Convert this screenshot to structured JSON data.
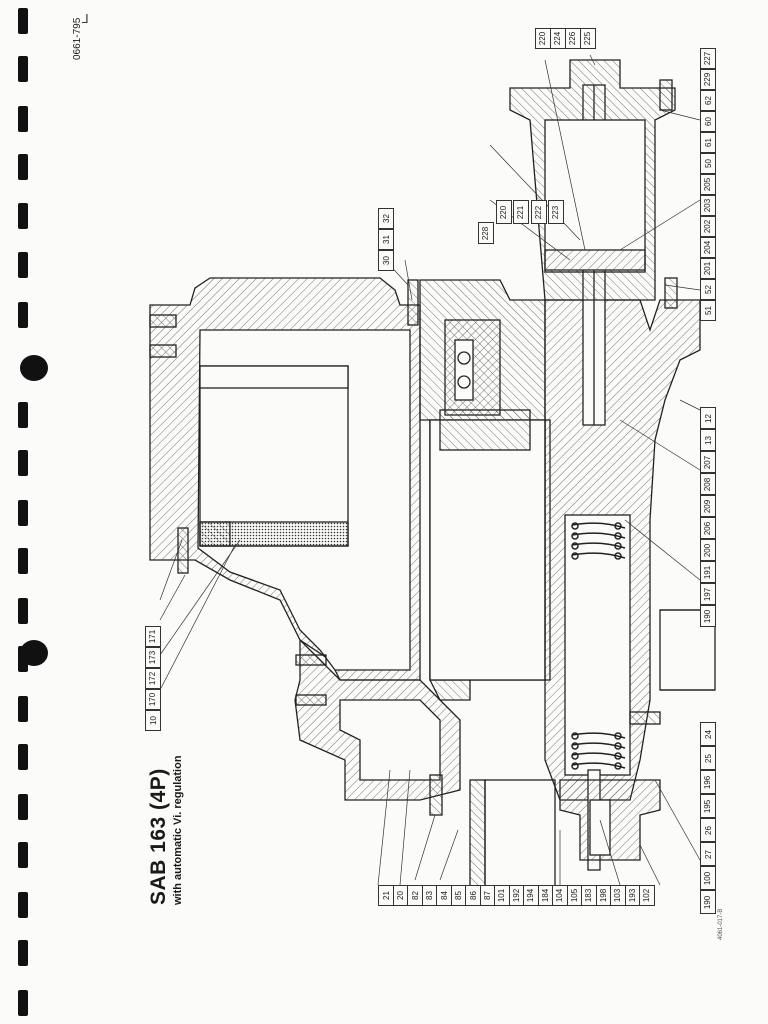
{
  "title": "SAB 163 (4P)",
  "subtitle": "with automatic Vi. regulation",
  "doc_number": "0661-795",
  "drawing_ref": "4061-017-B",
  "callouts_left": [
    "10",
    "170",
    "172",
    "173",
    "171"
  ],
  "callouts_upper": [
    "30",
    "31",
    "32"
  ],
  "callouts_bottom": [
    "21",
    "20",
    "82",
    "83",
    "84",
    "85",
    "86",
    "87",
    "101",
    "192",
    "194",
    "184",
    "104",
    "105",
    "183",
    "198",
    "103",
    "193",
    "102"
  ],
  "callouts_right_bottom": [
    "190",
    "100",
    "27",
    "26",
    "195",
    "196",
    "25",
    "24"
  ],
  "callouts_right_mid": [
    "190",
    "197",
    "191",
    "200",
    "206",
    "209",
    "208",
    "207",
    "13",
    "12"
  ],
  "callouts_right_top": [
    "51",
    "52",
    "201",
    "204",
    "202",
    "203",
    "205",
    "50",
    "61",
    "60",
    "62",
    "229",
    "227"
  ],
  "callouts_top_group": [
    "220",
    "224",
    "226",
    "225"
  ],
  "callouts_top_mid": [
    "228",
    "220",
    "221",
    "222",
    "223"
  ]
}
